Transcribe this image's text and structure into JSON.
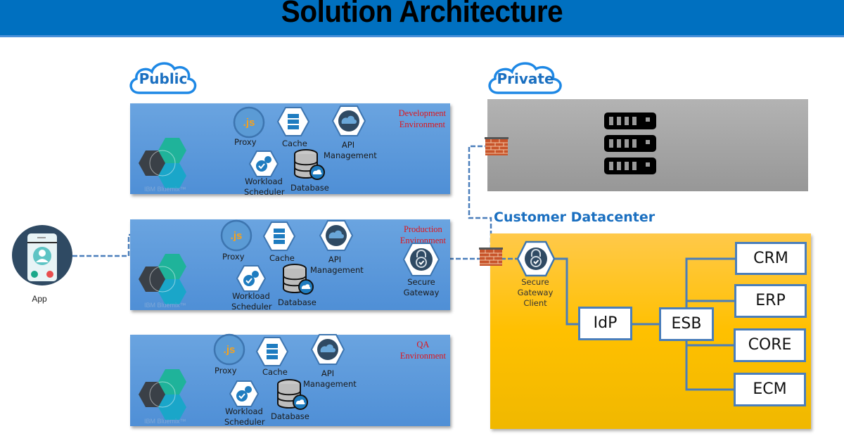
{
  "header": {
    "title": "Solution Architecture"
  },
  "clouds": {
    "public": "Public",
    "private": "Private"
  },
  "app": {
    "label": "App"
  },
  "environments": [
    {
      "id": "development",
      "label_line1": "Development",
      "label_line2": "Environment",
      "services": {
        "proxy": "Proxy",
        "cache": "Cache",
        "api_line1": "API",
        "api_line2": "Management",
        "scheduler_line1": "Workload",
        "scheduler_line2": "Scheduler",
        "database": "Database"
      },
      "platform": "IBM Bluemix™"
    },
    {
      "id": "production",
      "label_line1": "Production",
      "label_line2": "Environment",
      "services": {
        "proxy": "Proxy",
        "cache": "Cache",
        "api_line1": "API",
        "api_line2": "Management",
        "scheduler_line1": "Workload",
        "scheduler_line2": "Scheduler",
        "database": "Database",
        "gateway_line1": "Secure",
        "gateway_line2": "Gateway"
      },
      "platform": "IBM Bluemix™"
    },
    {
      "id": "qa",
      "label_line1": "QA",
      "label_line2": "Environment",
      "services": {
        "proxy": "Proxy",
        "cache": "Cache",
        "api_line1": "API",
        "api_line2": "Management",
        "scheduler_line1": "Workload",
        "scheduler_line2": "Scheduler",
        "database": "Database"
      },
      "platform": "IBM Bluemix™"
    }
  ],
  "datacenter": {
    "title": "Customer Datacenter",
    "gateway_client": {
      "line1": "Secure",
      "line2": "Gateway",
      "line3": "Client"
    },
    "idp": "IdP",
    "esb": "ESB",
    "systems": [
      "CRM",
      "ERP",
      "CORE",
      "ECM"
    ]
  },
  "icons": {
    "proxy": "js",
    "cache": "server-list-icon",
    "api": "cloud-icon",
    "scheduler": "gears-icon",
    "database": "database-icon",
    "gateway": "lock-icon",
    "firewall": "brick-wall-icon",
    "server_rack": "server-rack-icon"
  },
  "colors": {
    "header": "#0070c0",
    "env_blue": "#5b9bd5",
    "env_label": "#e0141a",
    "datacenter": "#ffc000",
    "private": "#a6a6a6",
    "connector": "#4a7ebb",
    "cloud_text": "#1a6fc0"
  }
}
